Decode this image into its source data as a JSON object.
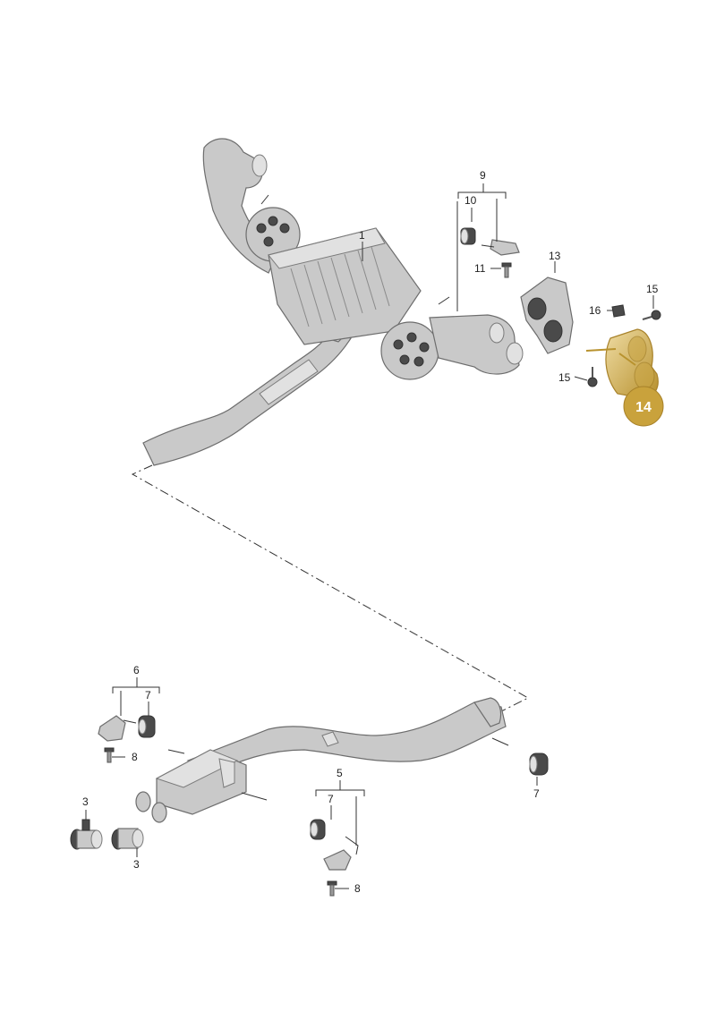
{
  "callouts": {
    "c1": "1",
    "c3a": "3",
    "c3b": "3",
    "c5": "5",
    "c6": "6",
    "c7a": "7",
    "c7b": "7",
    "c7c": "7",
    "c8a": "8",
    "c8b": "8",
    "c9": "9",
    "c10": "10",
    "c11": "11",
    "c13": "13",
    "c15a": "15",
    "c15b": "15",
    "c16": "16"
  },
  "highlight": {
    "label": "14",
    "color": "#c9a23c"
  }
}
